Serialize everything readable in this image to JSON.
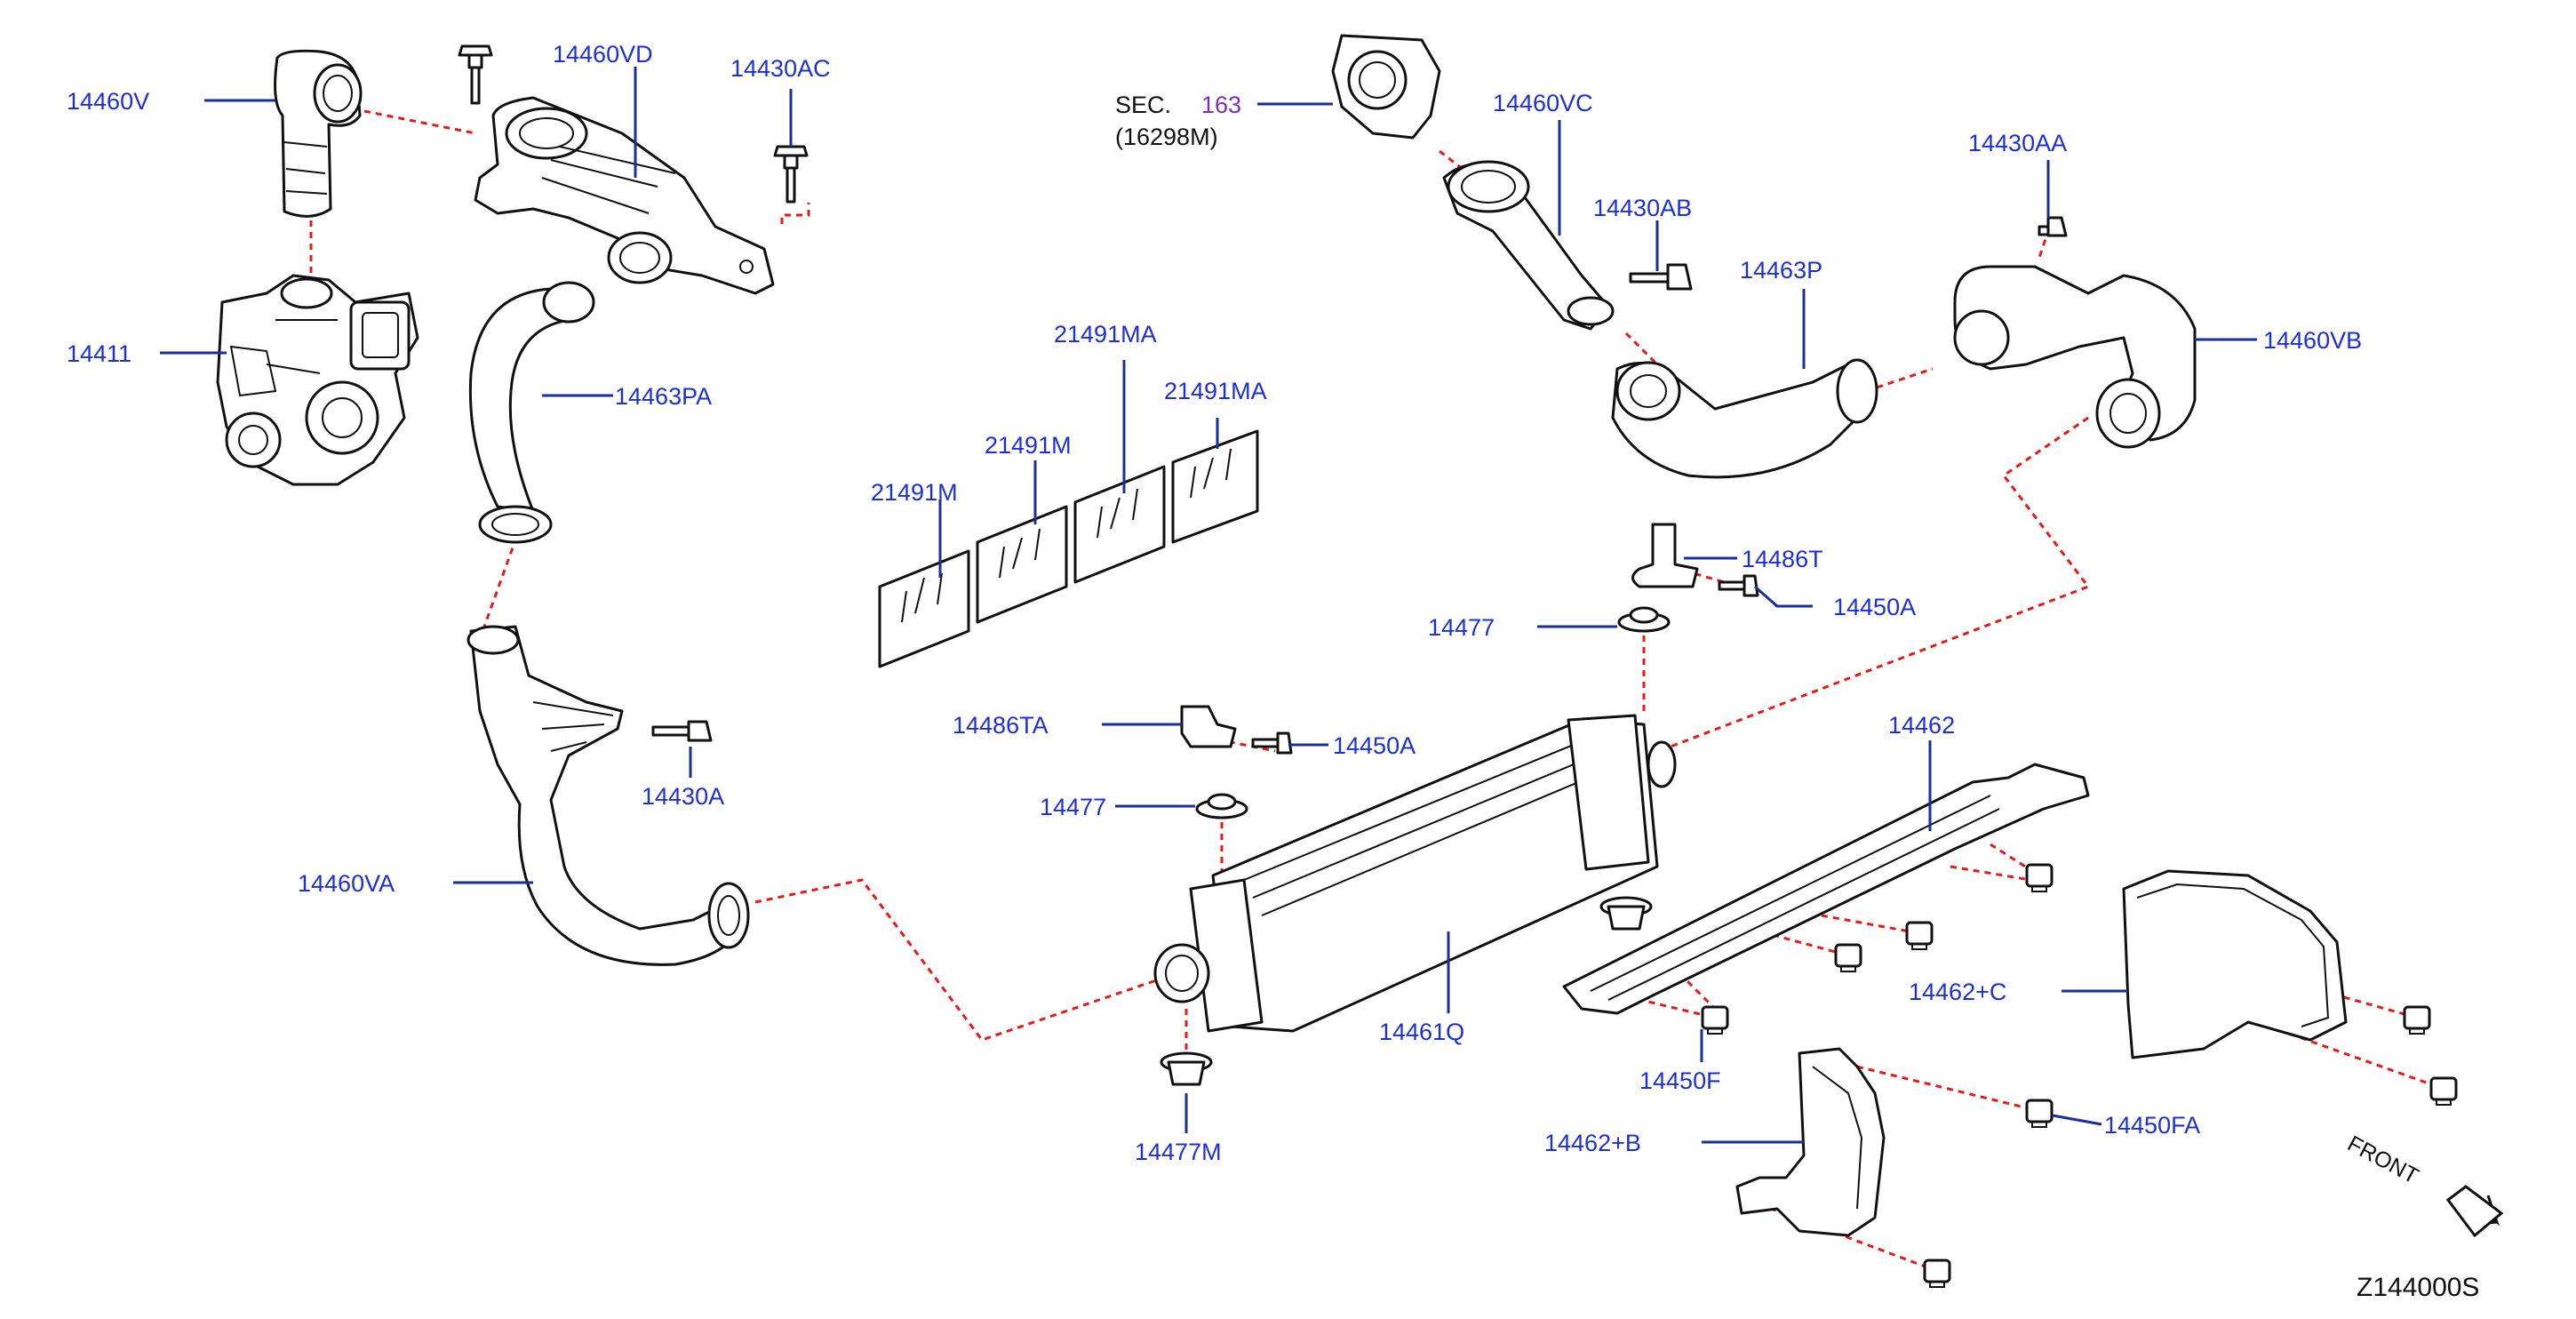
{
  "labels": {
    "p14460V": "14460V",
    "p14460VD": "14460VD",
    "p14430AC": "14430AC",
    "p14411": "14411",
    "p14463PA": "14463PA",
    "sec_prefix": "SEC.",
    "sec_num": "163",
    "sec_ref": "(16298M)",
    "p14460VC": "14460VC",
    "p14430AB": "14430AB",
    "p14430AA": "14430AA",
    "p14463P": "14463P",
    "p14460VB": "14460VB",
    "p21491MA_a": "21491MA",
    "p21491MA_b": "21491MA",
    "p21491M_a": "21491M",
    "p21491M_b": "21491M",
    "p14486T": "14486T",
    "p14450A_a": "14450A",
    "p14477_a": "14477",
    "p14486TA": "14486TA",
    "p14450A_b": "14450A",
    "p14430A": "14430A",
    "p14477_b": "14477",
    "p14462": "14462",
    "p14460VA": "14460VA",
    "p14461Q": "14461Q",
    "p14462C": "14462+C",
    "p14450F": "14450F",
    "p14477M": "14477M",
    "p14450FA": "14450FA",
    "p14462B": "14462+B",
    "front": "FRONT",
    "diagram_code": "Z144000S"
  },
  "colors": {
    "label_blue": "#1f2fd6",
    "leader_blue": "#1a2f9a",
    "dash_red": "#e31b1b",
    "section_purple": "#7a2fbf"
  }
}
